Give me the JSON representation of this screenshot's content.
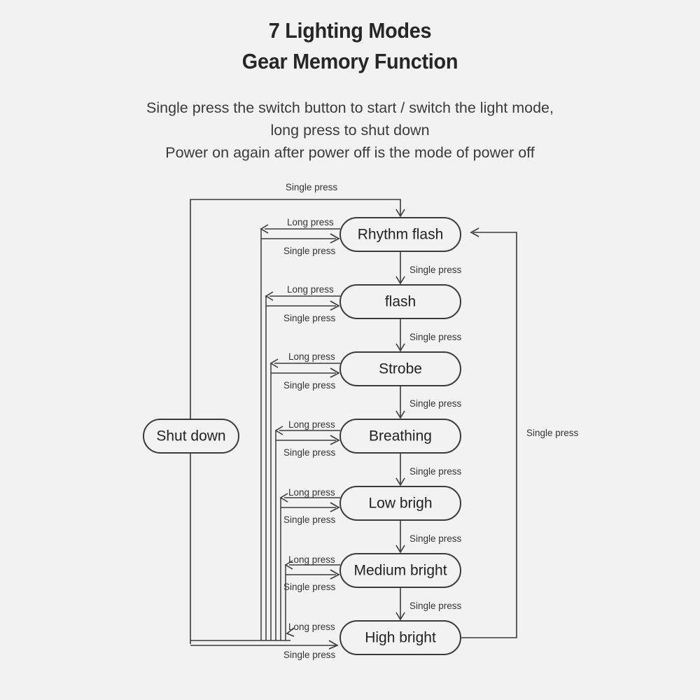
{
  "header": {
    "title_lines": [
      "7 Lighting Modes",
      "Gear Memory Function"
    ],
    "subtitle_lines": [
      "Single press the switch button to start / switch the light mode,",
      "long press to shut down",
      "Power on again after power off is the mode of power off"
    ]
  },
  "colors": {
    "background": "#f2f2f2",
    "line": "#3a3a3a",
    "title_text": "#262626",
    "body_text": "#3a3a3a",
    "node_text": "#222222"
  },
  "diagram": {
    "type": "state-flow",
    "shutdown_node": "Shut down",
    "nodes": [
      "Rhythm flash",
      "flash",
      "Strobe",
      "Breathing",
      "Low brigh",
      "Medium bright",
      "High bright"
    ],
    "labels": {
      "single_press": "Single press",
      "long_press": "Long press"
    },
    "edges": {
      "top_start": {
        "from": "Shut down",
        "to": "Rhythm flash",
        "label": "Single press"
      },
      "chain_down": [
        {
          "from": "Rhythm flash",
          "to": "flash",
          "label": "Single press"
        },
        {
          "from": "flash",
          "to": "Strobe",
          "label": "Single press"
        },
        {
          "from": "Strobe",
          "to": "Breathing",
          "label": "Single press"
        },
        {
          "from": "Breathing",
          "to": "Low brigh",
          "label": "Single press"
        },
        {
          "from": "Low brigh",
          "to": "Medium bright",
          "label": "Single press"
        },
        {
          "from": "Medium bright",
          "to": "High bright",
          "label": "Single press"
        }
      ],
      "wrap_around": {
        "from": "High bright",
        "to": "Rhythm flash",
        "label": "Single press"
      },
      "long_press_exits": [
        {
          "from": "Rhythm flash",
          "to": "Shut down",
          "label": "Long press"
        },
        {
          "from": "flash",
          "to": "Shut down",
          "label": "Long press"
        },
        {
          "from": "Strobe",
          "to": "Shut down",
          "label": "Long press"
        },
        {
          "from": "Breathing",
          "to": "Shut down",
          "label": "Long press"
        },
        {
          "from": "Low brigh",
          "to": "Shut down",
          "label": "Long press"
        },
        {
          "from": "Medium bright",
          "to": "Shut down",
          "label": "Long press"
        },
        {
          "from": "High bright",
          "to": "Shut down",
          "label": "Long press"
        }
      ],
      "single_press_returns": [
        {
          "from": "Shut down",
          "to": "Rhythm flash",
          "label": "Single press"
        },
        {
          "from": "Shut down",
          "to": "flash",
          "label": "Single press"
        },
        {
          "from": "Shut down",
          "to": "Strobe",
          "label": "Single press"
        },
        {
          "from": "Shut down",
          "to": "Breathing",
          "label": "Single press"
        },
        {
          "from": "Shut down",
          "to": "Low brigh",
          "label": "Single press"
        },
        {
          "from": "Shut down",
          "to": "Medium bright",
          "label": "Single press"
        },
        {
          "from": "Shut down",
          "to": "High bright",
          "label": "Single press"
        }
      ]
    }
  }
}
